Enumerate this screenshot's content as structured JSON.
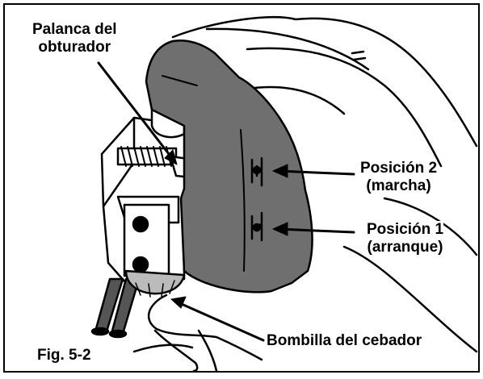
{
  "figure": {
    "caption": "Fig. 5-2",
    "labels": {
      "shutter_lever": [
        "Palanca del",
        "obturador"
      ],
      "position_2": [
        "Posición 2",
        "(marcha)"
      ],
      "position_1": [
        "Posición 1",
        "(arranque)"
      ],
      "primer_bulb": "Bombilla del cebador"
    },
    "colors": {
      "ink": "#000000",
      "housing": "#6f6f6f",
      "paper": "#ffffff"
    }
  }
}
